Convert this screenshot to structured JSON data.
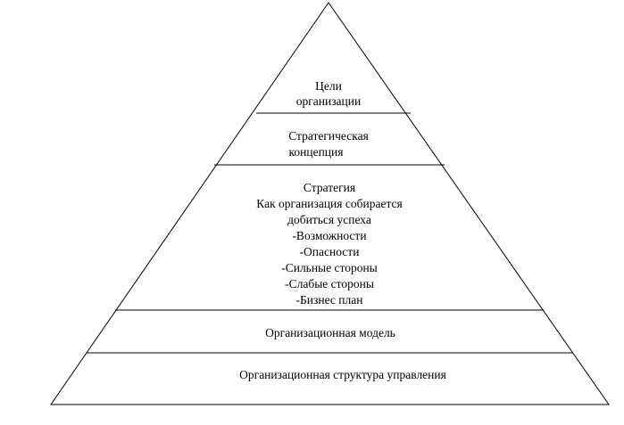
{
  "levels": [
    {
      "lines": [
        "Цели",
        "организации"
      ]
    },
    {
      "lines": [
        "Стратегическая",
        "концепция"
      ]
    },
    {
      "lines": [
        "Стратегия",
        "Как организация собирается",
        "добиться успеха",
        "-Возможности",
        "-Опасности",
        "-Сильные стороны",
        "-Слабые стороны",
        "-Бизнес план"
      ]
    },
    {
      "lines": [
        "Организационная модель"
      ]
    },
    {
      "lines": [
        "Организационная структура управления"
      ]
    }
  ]
}
